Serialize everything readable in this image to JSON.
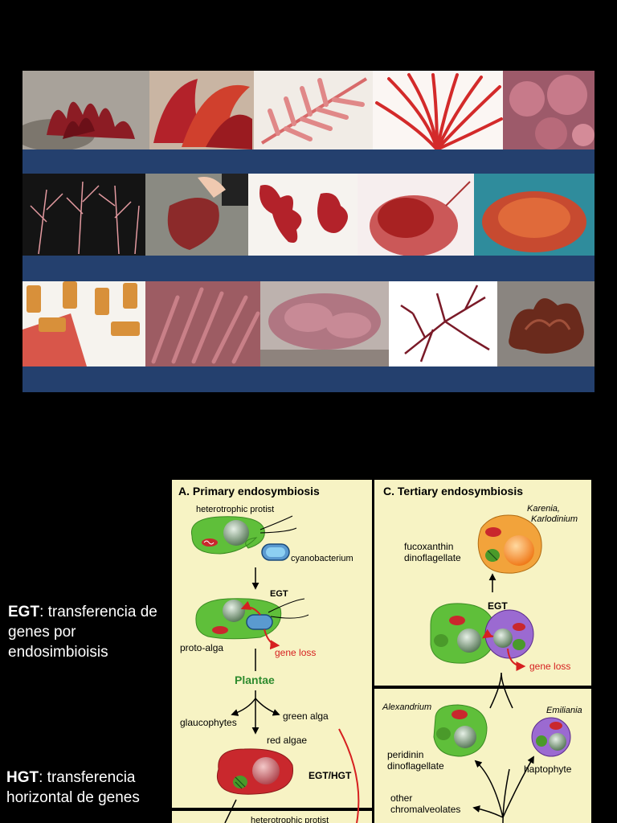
{
  "photos": {
    "rows": [
      [
        "turf-red-algae",
        "leafy-red-blade",
        "pink-feathery-frond",
        "red-fan-branches",
        "pink-crustose-patches"
      ],
      [
        "branched-pink-filaments",
        "hand-holding-blade",
        "pressed-red-frond",
        "fuzzy-red-filaments",
        "red-tuft-underwater"
      ],
      [
        "filament-micrograph",
        "articulated-coralline",
        "coralline-crust",
        "dark-red-branched",
        "ruffled-brown-red"
      ]
    ],
    "colors": {
      "band": "#24406e",
      "algae_red": "#b3222a",
      "algae_pink": "#d86a6a"
    }
  },
  "definitions": {
    "egt": {
      "abbr": "EGT",
      "text": ": transferencia de genes por endosimbioisis"
    },
    "hgt": {
      "abbr": "HGT",
      "text": ": transferencia horizontal de genes"
    }
  },
  "diagram": {
    "panel_a": {
      "title": "A. Primary endosymbiosis",
      "heterotrophic_protist": "heterotrophic protist",
      "cyanobacterium": "cyanobacterium",
      "egt": "EGT",
      "proto_alga": "proto-alga",
      "gene_loss": "gene loss",
      "plantae": "Plantae",
      "glaucophytes": "glaucophytes",
      "green_alga": "green alga",
      "red_algae": "red algae",
      "egt_hgt": "EGT/HGT",
      "heterotrophic_protist_2": "heterotrophic protist"
    },
    "panel_c": {
      "title": "C. Tertiary endosymbiosis",
      "karenia": "Karenia,",
      "karlodinium": "Karlodinium",
      "fucoxanthin_line1": "fucoxanthin",
      "fucoxanthin_line2": "dinoflagellate",
      "egt": "EGT",
      "gene_loss": "gene loss",
      "alexandrium": "Alexandrium",
      "emiliania": "Emiliania",
      "peridinin_line1": "peridinin",
      "peridinin_line2": "dinoflagellate",
      "haptophyte": "haptophyte",
      "other_line1": "other",
      "other_line2": "chromalveolates"
    },
    "colors": {
      "panel_bg": "#f7f3c4",
      "green": "#5fbf3a",
      "red": "#c9282d",
      "purple": "#9b6ad1",
      "orange": "#f2a33b",
      "plantae_text": "#2e8b2e",
      "cyan": "#6ab6e0"
    }
  }
}
